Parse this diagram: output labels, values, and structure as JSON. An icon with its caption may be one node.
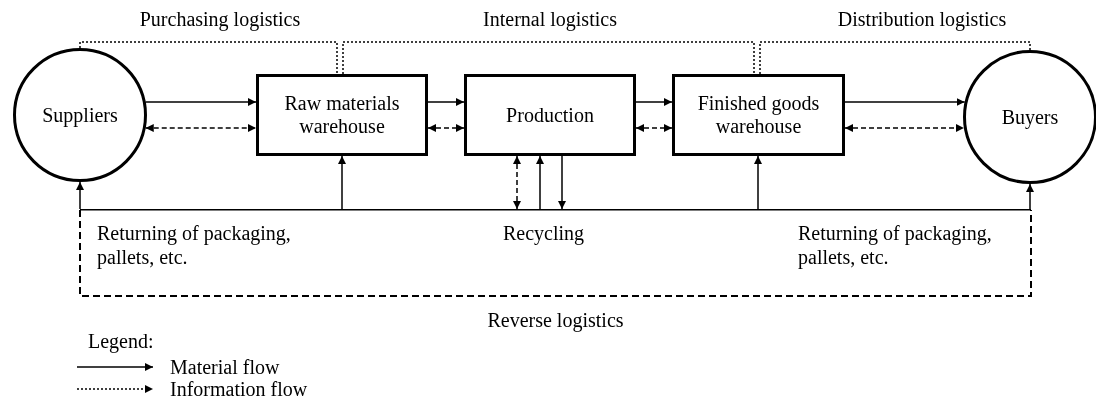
{
  "diagram": {
    "nodes": [
      {
        "text": [
          "Suppliers"
        ]
      },
      {
        "text": [
          "Raw materials warehouse"
        ]
      },
      {
        "text": [
          "Production"
        ]
      },
      {
        "text": [
          "Finished goods warehouse"
        ]
      },
      {
        "text": [
          "Buyers"
        ]
      },
      {
        "text": [
          "Returning of packaging, pallets, etc.",
          "Recycling",
          "Returning of packaging, pallets, etc.",
          "Reverse logistics"
        ]
      }
    ],
    "edges": [
      {
        "from": 0,
        "to": 1,
        "arrow": "to"
      },
      {
        "from": 0,
        "to": 1,
        "arrow": "both",
        "style": "dashed"
      },
      {
        "from": 1,
        "to": 2,
        "arrow": "to"
      },
      {
        "from": 1,
        "to": 2,
        "arrow": "both",
        "style": "dashed"
      },
      {
        "from": 2,
        "to": 3,
        "arrow": "to"
      },
      {
        "from": 2,
        "to": 3,
        "arrow": "both",
        "style": "dashed"
      },
      {
        "from": 3,
        "to": 4,
        "arrow": "to"
      },
      {
        "from": 3,
        "to": 4,
        "arrow": "both",
        "style": "dashed"
      },
      {
        "from": 0,
        "to": 1,
        "arrow": "none",
        "style": "dashed",
        "label": "Purchasing logistics"
      },
      {
        "from": 1,
        "to": 3,
        "arrow": "none",
        "style": "dashed",
        "label": "Internal logistics"
      },
      {
        "from": 3,
        "to": 4,
        "arrow": "none",
        "style": "dashed",
        "label": "Distribution logistics"
      },
      {
        "from": 5,
        "to": 0,
        "arrow": "to"
      },
      {
        "from": 5,
        "to": 1,
        "arrow": "to"
      },
      {
        "from": 5,
        "to": 2,
        "arrow": "both",
        "style": "dashed"
      },
      {
        "from": 5,
        "to": 2,
        "arrow": "to"
      },
      {
        "from": 2,
        "to": 5,
        "arrow": "to"
      },
      {
        "from": 5,
        "to": 3,
        "arrow": "to"
      },
      {
        "from": 5,
        "to": 4,
        "arrow": "to"
      }
    ],
    "labels": [
      "Legend:"
    ],
    "legend": [
      {
        "text": "Material flow"
      },
      {
        "text": "Information flow"
      }
    ]
  }
}
